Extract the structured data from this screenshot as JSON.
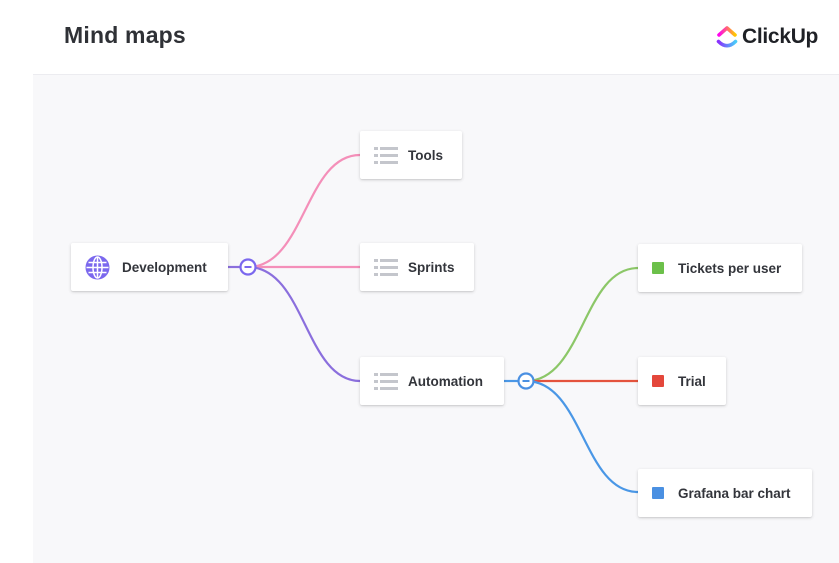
{
  "header": {
    "title": "Mind maps",
    "brand": "ClickUp"
  },
  "mindmap": {
    "root": {
      "label": "Development",
      "icon": "globe-icon",
      "icon_color": "#7b68ee",
      "branches": [
        {
          "label": "Tools",
          "icon": "list-icon",
          "line_color": "#f48fb9"
        },
        {
          "label": "Sprints",
          "icon": "list-icon",
          "line_color": "#f48fb9"
        },
        {
          "label": "Automation",
          "icon": "list-icon",
          "line_color": "#8b6fdd"
        }
      ]
    },
    "automation_children": [
      {
        "label": "Tickets per user",
        "color": "#6cc04a",
        "line_color": "#8cc768"
      },
      {
        "label": "Trial",
        "color": "#e4473b",
        "line_color": "#e4533d"
      },
      {
        "label": "Grafana bar chart",
        "color": "#4a90e2",
        "line_color": "#4a97e6"
      }
    ]
  },
  "colors": {
    "canvas_background": "#f8f8fa",
    "root_toggle": "#7b68ee",
    "automation_toggle": "#4a90e2",
    "list_icon": "#c4c6cc"
  }
}
